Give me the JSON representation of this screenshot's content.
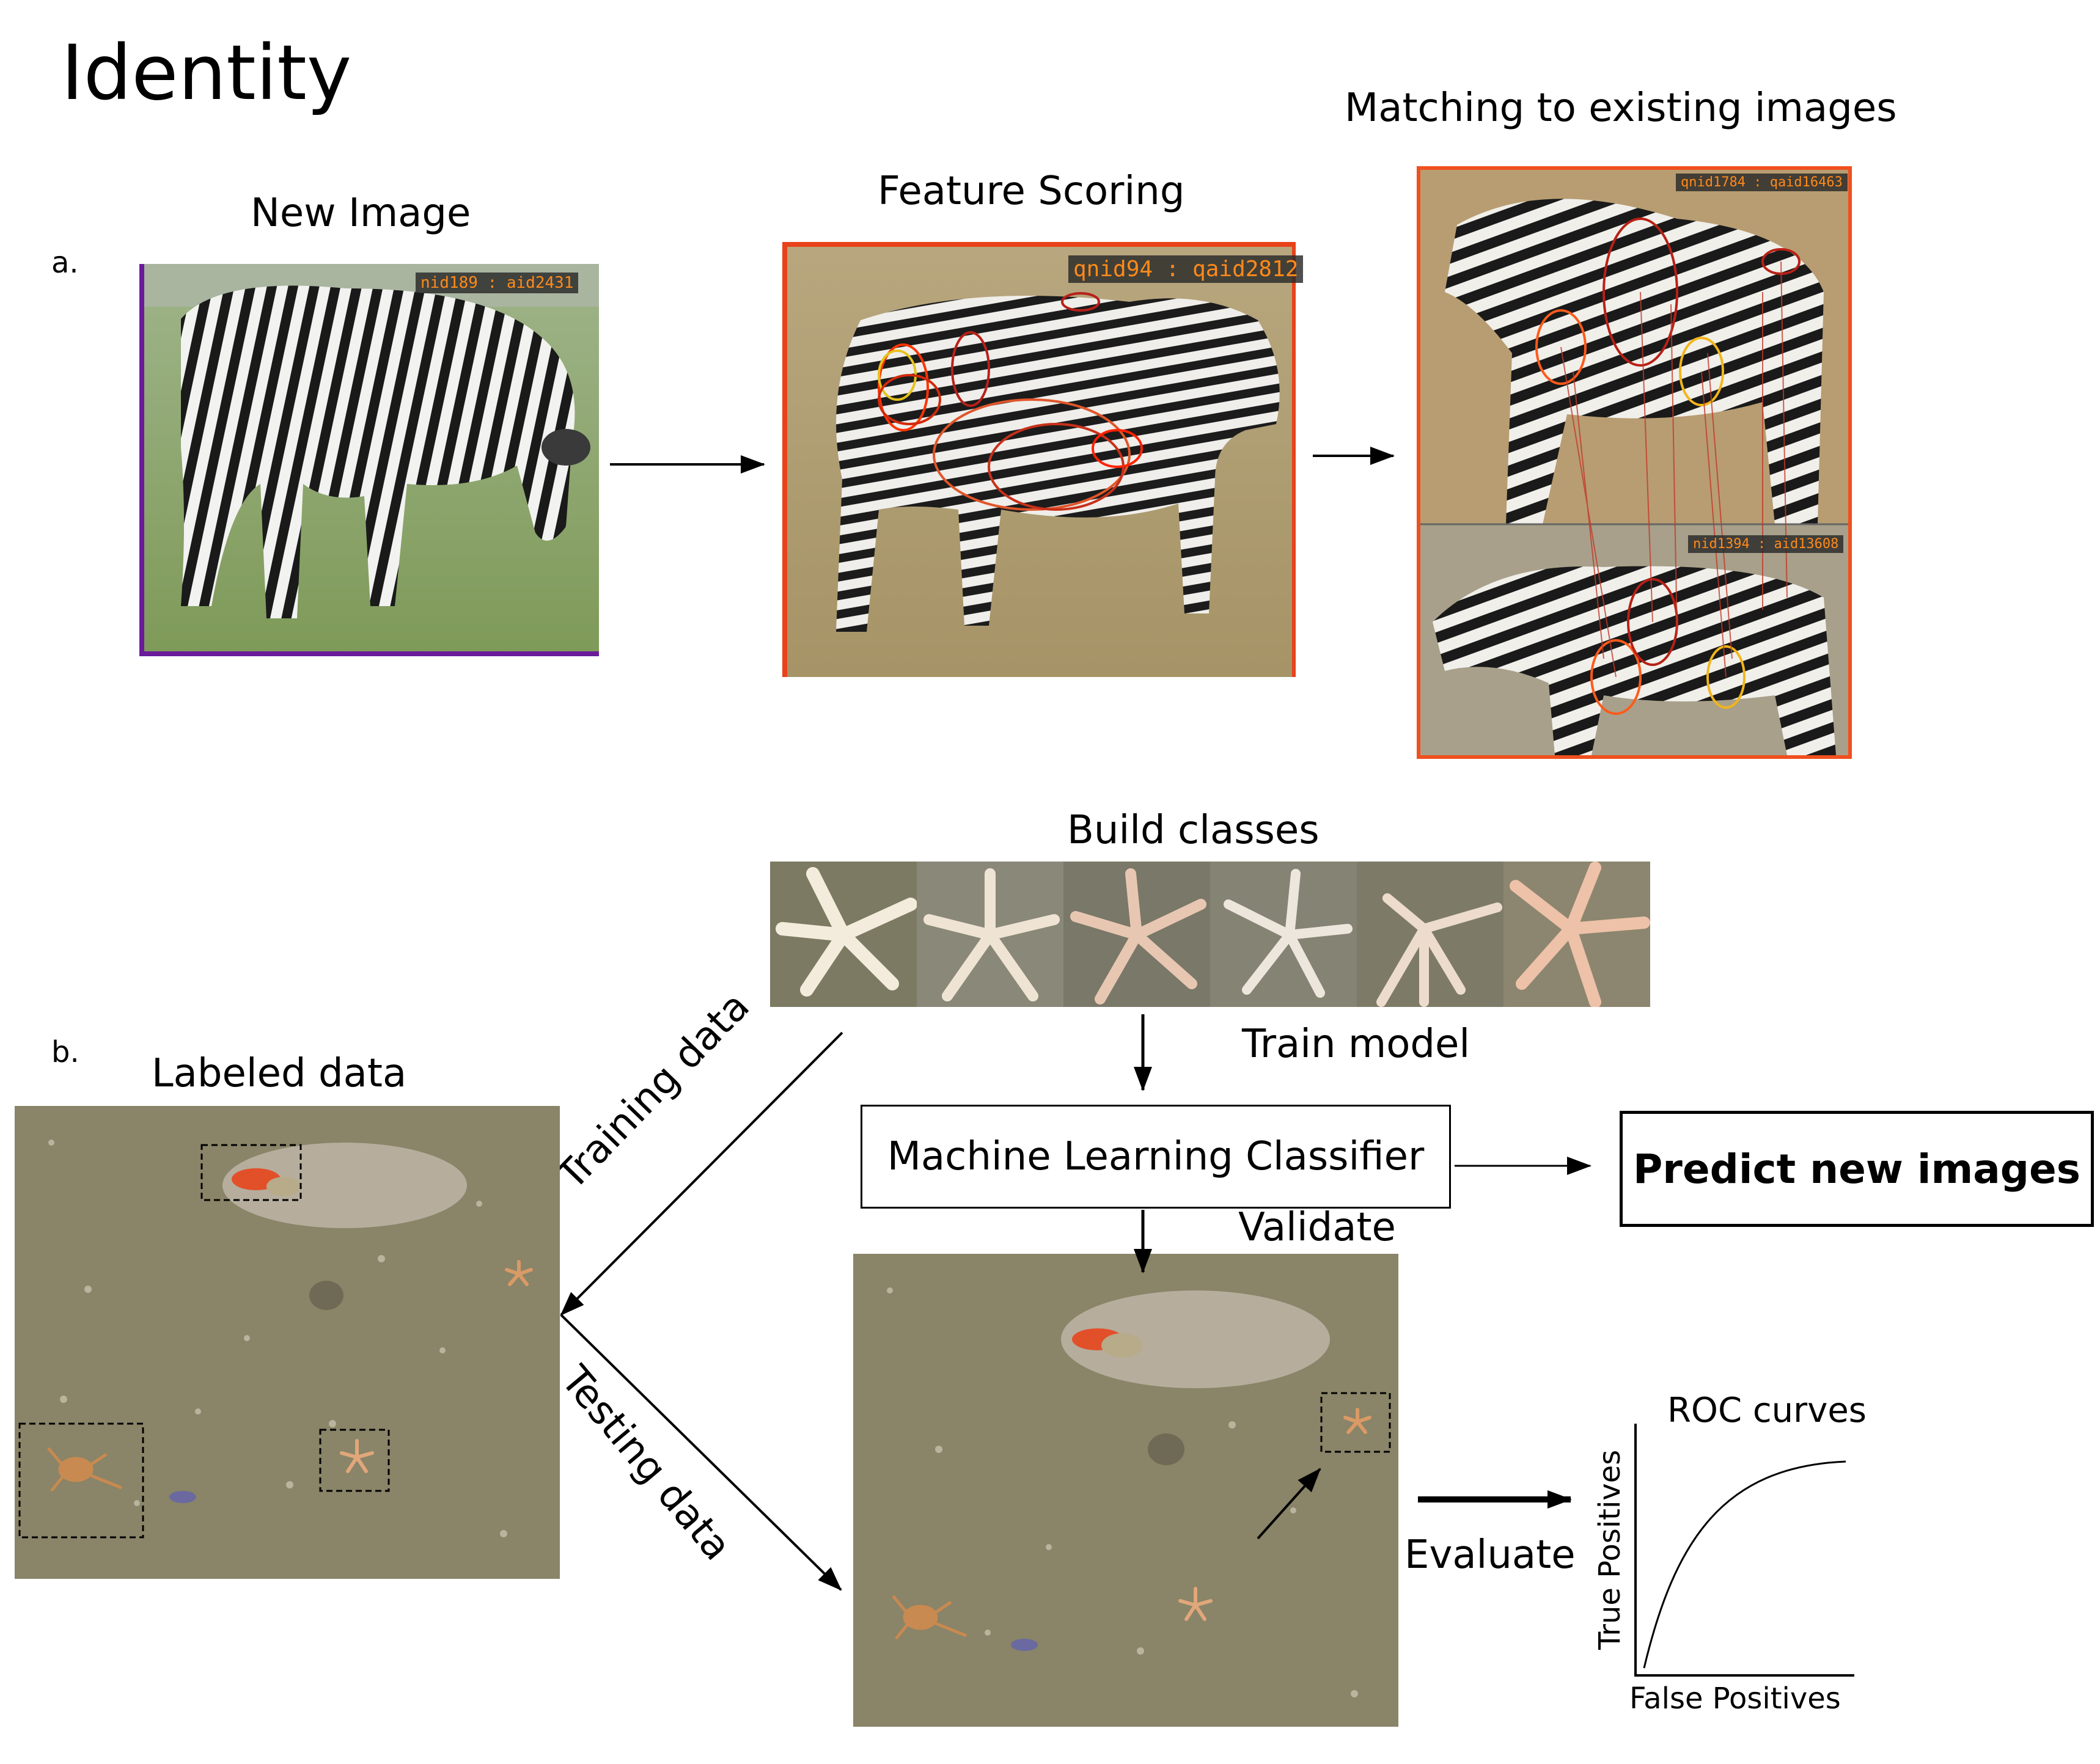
{
  "title": "Identity",
  "panel_a": {
    "letter": "a.",
    "new_image": {
      "title": "New Image",
      "tag": "nid189 : aid2431"
    },
    "feature_scoring": {
      "title": "Feature Scoring",
      "tag": "qnid94 : qaid2812"
    },
    "matching": {
      "title": "Matching to existing images",
      "tag_top": "qnid1784 : qaid16463",
      "tag_bottom": "nid1394 : aid13608"
    }
  },
  "panel_b": {
    "letter": "b.",
    "labeled_data": "Labeled data",
    "build_classes": "Build classes",
    "training_data": "Training data",
    "testing_data": "Testing data",
    "train_model": "Train model",
    "classifier": "Machine Learning Classifier",
    "predict": "Predict new images",
    "validate": "Validate",
    "evaluate": "Evaluate",
    "roc": {
      "title": "ROC curves",
      "xlabel": "False Positives",
      "ylabel": "True Positives"
    }
  },
  "colors": {
    "new_image_border": "#6a1b9a",
    "feature_border": "#e8421a",
    "matching_border": "#f0501e",
    "tag_text": "#ff8a1a"
  }
}
